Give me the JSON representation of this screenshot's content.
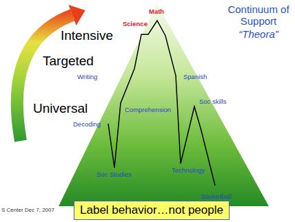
{
  "diagram": {
    "nodes": [
      {
        "text": [
          "Label behavior…not people"
        ]
      }
    ],
    "labels": [
      "Intensive",
      "Targeted",
      "Universal",
      "Continuum of Support",
      "“Theora”",
      "Math",
      "Science",
      "Writing",
      "Spanish",
      "Comprehension",
      "Soc skills",
      "Decoding",
      "Technology",
      "Soc Studies",
      "Basketball",
      "S Center Dec 7, 2007"
    ]
  }
}
